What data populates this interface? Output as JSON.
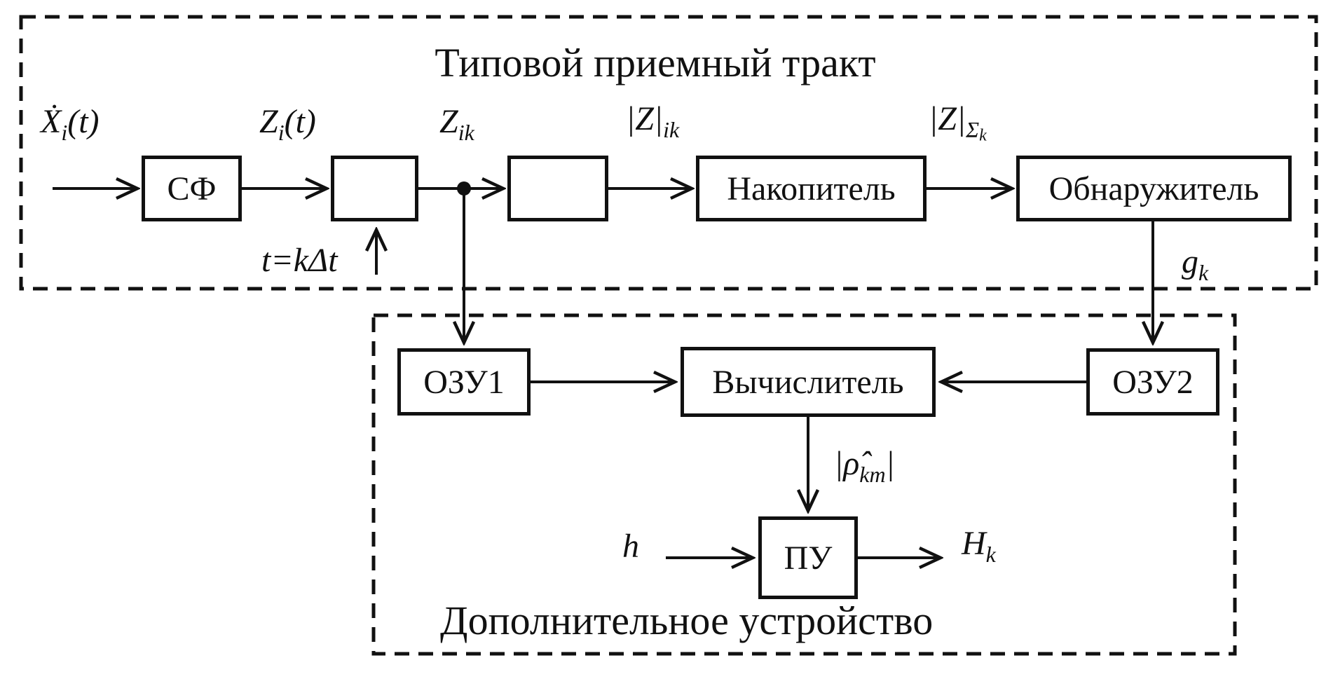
{
  "figure": {
    "background": "#ffffff",
    "ink_color": "#111111",
    "groups": {
      "receiver": {
        "title": "Типовой приемный тракт"
      },
      "additional": {
        "title": "Дополнительное устройство"
      }
    },
    "blocks": {
      "sf": {
        "label": "СФ"
      },
      "sampler": {
        "icon": "sampler-switch-icon"
      },
      "abs": {
        "icon": "absolute-value-bars-icon"
      },
      "accumulator": {
        "label": "Накопитель"
      },
      "detector": {
        "label": "Обнаружитель"
      },
      "ram1": {
        "label": "ОЗУ1"
      },
      "computer": {
        "label": "Вычислитель"
      },
      "ram2": {
        "label": "ОЗУ2"
      },
      "threshold": {
        "label": "ПУ"
      }
    },
    "signals": {
      "input": {
        "base": "Ẋ",
        "sub": "i",
        "tail": "(t)"
      },
      "filtered": {
        "base": "Z",
        "sub": "i",
        "tail": "(t)"
      },
      "sampled": {
        "base": "Z",
        "sub": "ik"
      },
      "magnitude": {
        "base": "|Z|",
        "sub": "ik"
      },
      "accumulated": {
        "base": "|Z|",
        "sub": "Σ",
        "subsub": "k"
      },
      "detector_out": {
        "base": "g",
        "sub": "k"
      },
      "sample_time": {
        "base": "t=kΔt"
      },
      "correlation": {
        "base": "|ρ̂",
        "sub": "km",
        "tail": "|"
      },
      "threshold_in": {
        "base": "h"
      },
      "decision": {
        "base": "H",
        "sub": "k"
      }
    }
  }
}
